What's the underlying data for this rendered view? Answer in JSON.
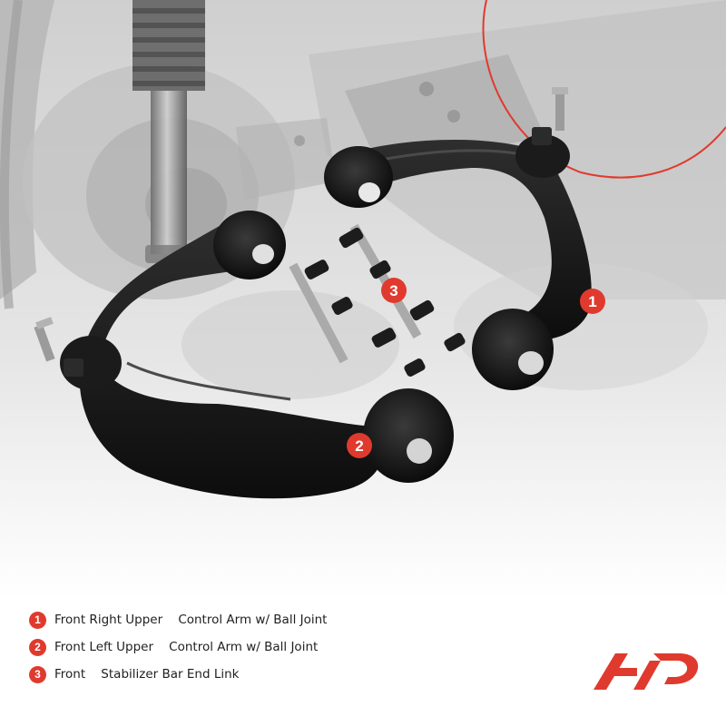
{
  "callouts": [
    {
      "number": "1"
    },
    {
      "number": "2"
    },
    {
      "number": "3"
    }
  ],
  "legend": [
    {
      "number": "1",
      "label": "Front Right Upper    Control Arm w/ Ball Joint"
    },
    {
      "number": "2",
      "label": "Front Left Upper    Control Arm w/ Ball Joint"
    },
    {
      "number": "3",
      "label": "Front    Stabilizer Bar End Link"
    }
  ],
  "colors": {
    "accent": "#e03a2e",
    "part_black": "#141414",
    "background_gray": "#d9d9d9"
  },
  "brand": {
    "logo_icon": "a-premium-logo-icon"
  }
}
